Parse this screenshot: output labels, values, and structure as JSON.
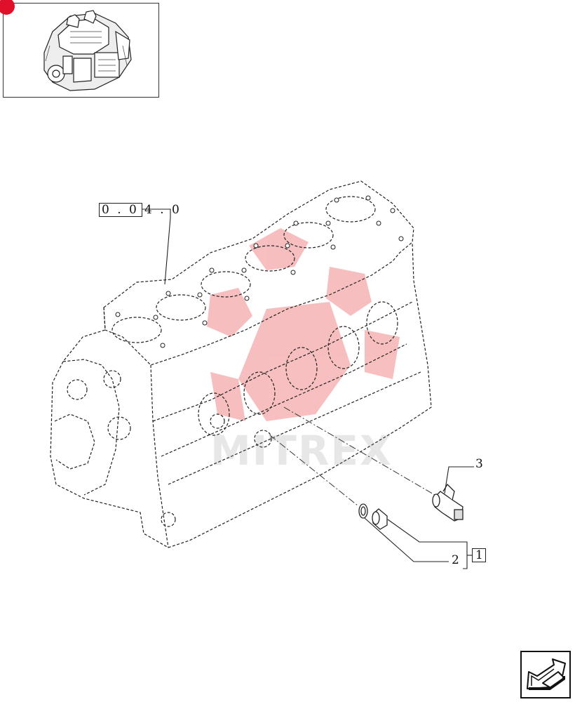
{
  "callouts": {
    "ref_group_box": "0 . 0",
    "ref_group_suffix": "4 . 0",
    "part_3": "3",
    "part_2": "2",
    "kit_box": "1"
  },
  "watermark": "MITREX",
  "icons": {
    "thumbnail": "engine-thumbnail-icon",
    "next_page": "next-page-arrow-icon",
    "corner": "brand-corner-icon"
  },
  "colors": {
    "line": "#222222",
    "watermark_red": "#f4a9a9",
    "brand_red": "#e0102a"
  }
}
